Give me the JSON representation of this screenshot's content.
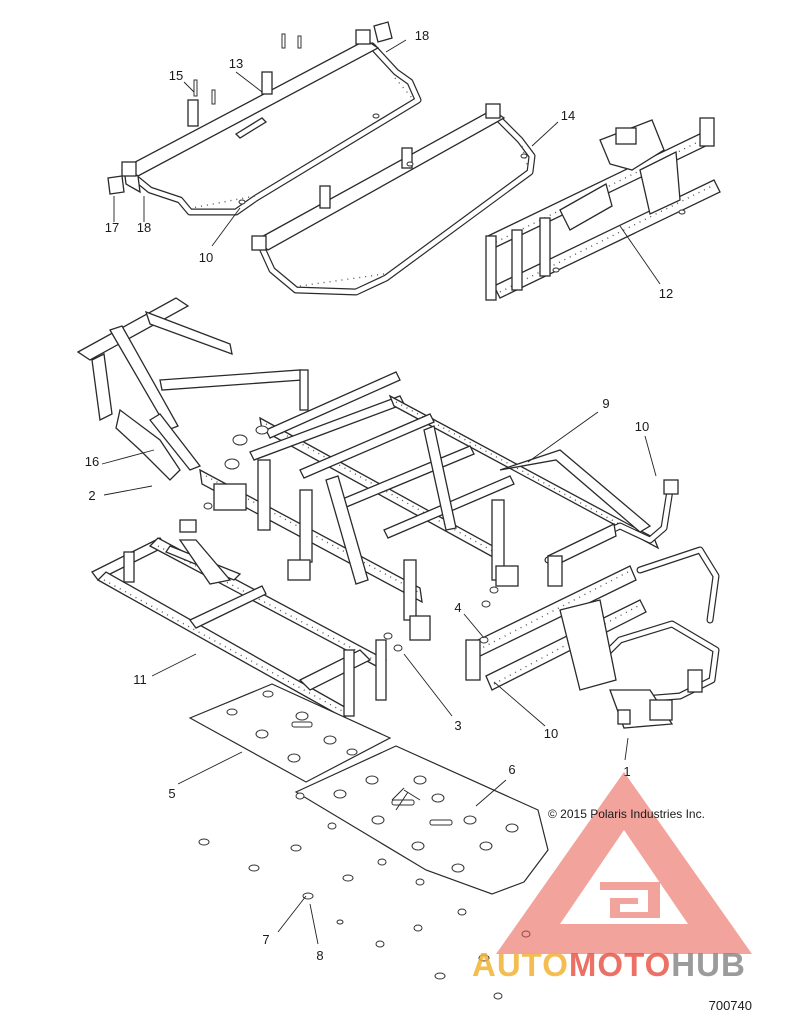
{
  "diagram": {
    "callouts": [
      "1",
      "2",
      "3",
      "4",
      "5",
      "6",
      "7",
      "8",
      "9",
      "10",
      "10",
      "10",
      "11",
      "12",
      "13",
      "14",
      "15",
      "16",
      "17",
      "18",
      "18"
    ],
    "copyright": "© 2015 Polaris Industries Inc.",
    "part_number": "700740"
  },
  "watermark": {
    "brand_part1": "AUTO",
    "brand_part2": "MOTO",
    "brand_part3": "HUB",
    "colors": {
      "gold": "#f2b233",
      "red": "#e8574a",
      "grey": "#8a8a8a"
    }
  }
}
